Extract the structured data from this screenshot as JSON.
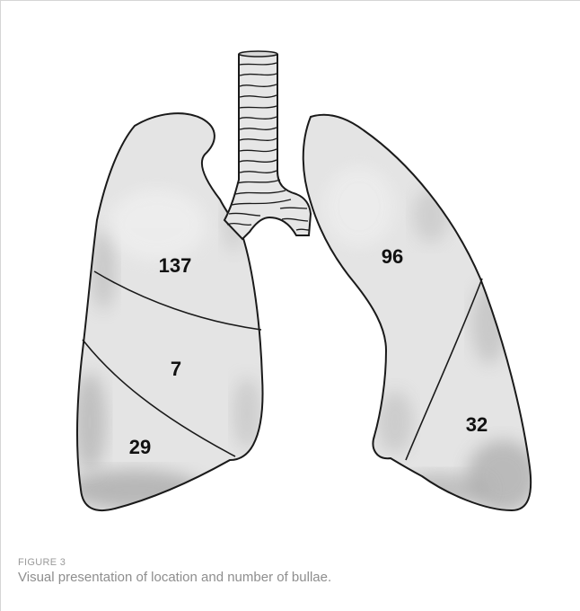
{
  "figure": {
    "label": "FIGURE 3",
    "caption": "Visual presentation of location and number of bullae."
  },
  "lungs": {
    "right": {
      "upper_lobe": "137",
      "middle_lobe": "7",
      "lower_lobe": "29"
    },
    "left": {
      "upper_lobe": "96",
      "lower_lobe": "32"
    }
  },
  "colors": {
    "lung_fill": "#e4e4e4",
    "lung_shade": "#a8a8a8",
    "outline": "#1a1a1a",
    "caption": "#8e8e8e"
  }
}
